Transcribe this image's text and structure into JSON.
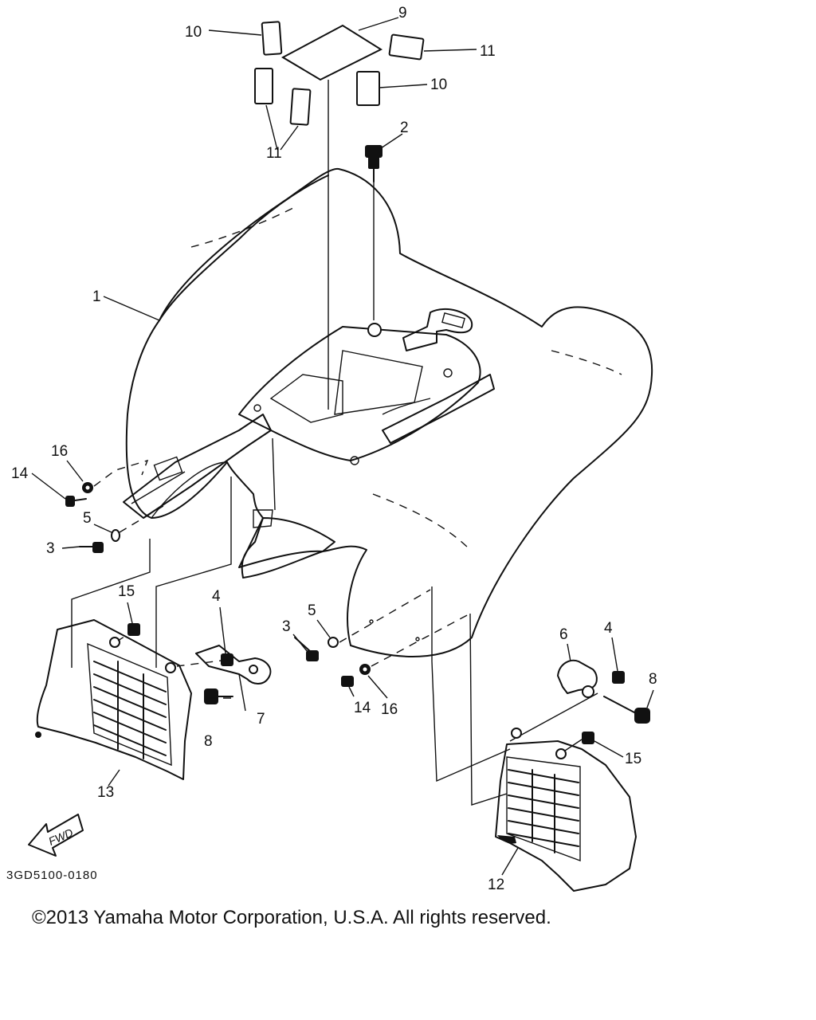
{
  "diagram": {
    "drawing_code": "3GD5100-0180",
    "fwd_label": "FWD",
    "callouts": {
      "c1": "1",
      "c2": "2",
      "c3_left": "3",
      "c3_right": "3",
      "c4_left": "4",
      "c4_right": "4",
      "c5_left": "5",
      "c5_right": "5",
      "c6": "6",
      "c7": "7",
      "c8_left": "8",
      "c8_right": "8",
      "c9": "9",
      "c10_top": "10",
      "c10_right": "10",
      "c11_top": "11",
      "c11_bottom": "11",
      "c12": "12",
      "c13": "13",
      "c14_left": "14",
      "c14_right": "14",
      "c15_left": "15",
      "c15_right": "15",
      "c16_left": "16",
      "c16_right": "16"
    }
  },
  "footer": {
    "copyright": "©2013 Yamaha Motor Corporation, U.S.A. All rights reserved."
  }
}
